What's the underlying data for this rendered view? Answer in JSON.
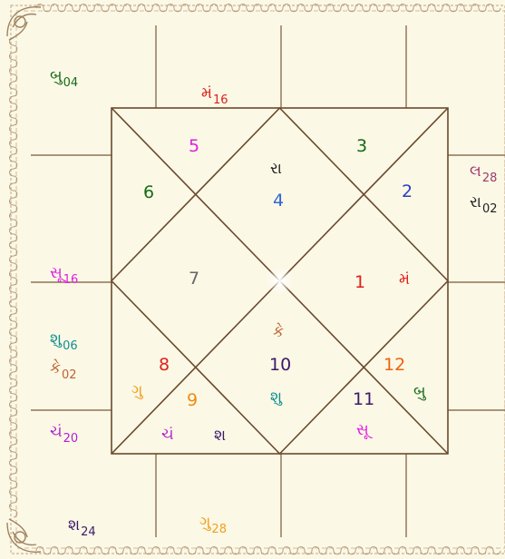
{
  "colors": {
    "background": "#fbf8e6",
    "chart_lines": "#6b4a2e",
    "outer_lines": "#7a5a3a",
    "border_ornament": "#b89a78"
  },
  "house_numbers": {
    "h1": "1",
    "h2": "2",
    "h3": "3",
    "h4": "4",
    "h5": "5",
    "h6": "6",
    "h7": "7",
    "h8": "8",
    "h9": "9",
    "h10": "10",
    "h11": "11",
    "h12": "12"
  },
  "house_planets": {
    "h1_ma": "મં",
    "h4_ra": "રા",
    "h8_gu": "ગુ",
    "h9_chan": "ચં",
    "h9_sha": "શ",
    "h10_ke": "કે",
    "h10_shu": "શુ",
    "h11_su": "સૂ",
    "h12_bu": "બુ"
  },
  "outer_labels": {
    "bu": {
      "name": "બુ",
      "deg": "04"
    },
    "ma": {
      "name": "મં",
      "deg": "16"
    },
    "la": {
      "name": "લ",
      "deg": "28"
    },
    "ra": {
      "name": "રા",
      "deg": "02"
    },
    "su": {
      "name": "સૂ",
      "deg": "16"
    },
    "shu": {
      "name": "શુ",
      "deg": "06"
    },
    "ke": {
      "name": "કે",
      "deg": "02"
    },
    "chan": {
      "name": "ચં",
      "deg": "20"
    },
    "sha": {
      "name": "શ",
      "deg": "24"
    },
    "gu": {
      "name": "ગુ",
      "deg": "28"
    }
  }
}
